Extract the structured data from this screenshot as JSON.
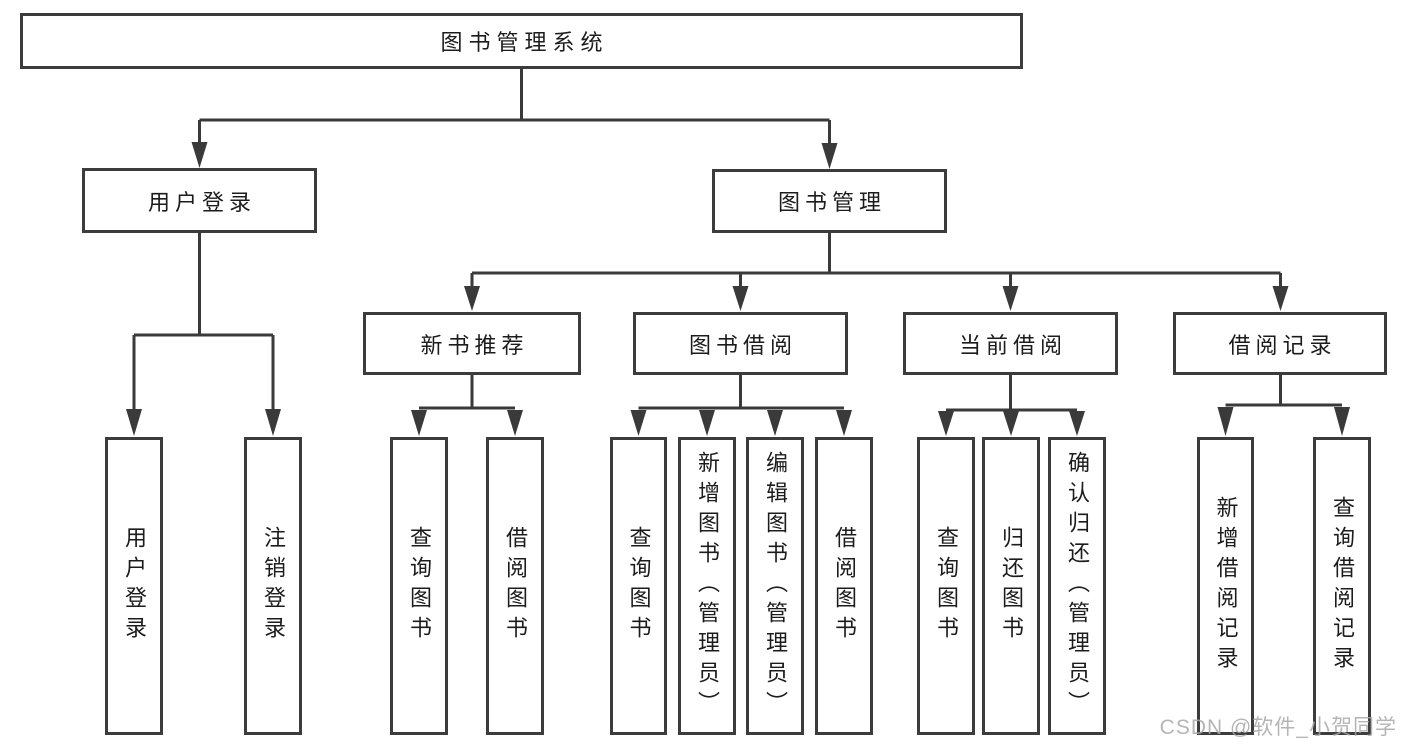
{
  "diagram": {
    "root_label": "图书管理系统",
    "level2": [
      "用户登录",
      "图书管理"
    ],
    "level3": [
      "新书推荐",
      "图书借阅",
      "当前借阅",
      "借阅记录"
    ],
    "leaves_login": [
      "用户登录",
      "注销登录"
    ],
    "leaves_newbook": [
      "查询图书",
      "借阅图书"
    ],
    "leaves_borrow": [
      "查询图书",
      "新增图书（管理员）",
      "编辑图书（管理员）",
      "借阅图书"
    ],
    "leaves_current": [
      "查询图书",
      "归还图书",
      "确认归还（管理员）"
    ],
    "leaves_records": [
      "新增借阅记录",
      "查询借阅记录"
    ]
  },
  "watermark": "CSDN @软件_小贺同学",
  "colors": {
    "line": "#3a3a3a",
    "box_border": "#3c3c3c",
    "text": "#1c1c1c",
    "watermark_text": "#a9a9a9",
    "background": "#ffffff"
  }
}
